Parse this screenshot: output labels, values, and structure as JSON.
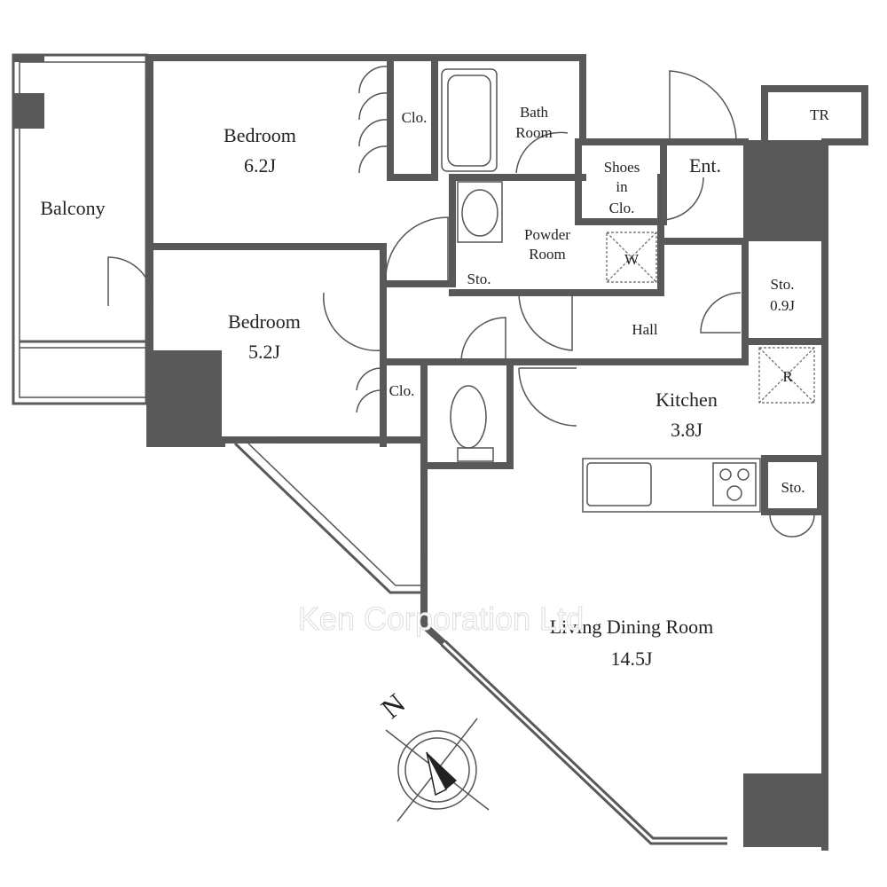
{
  "rooms": {
    "balcony": "Balcony",
    "bedroom1": {
      "name": "Bedroom",
      "size": "6.2J"
    },
    "bedroom2": {
      "name": "Bedroom",
      "size": "5.2J"
    },
    "closet1": "Clo.",
    "closet2": "Clo.",
    "bathroom": {
      "line1": "Bath",
      "line2": "Room"
    },
    "powder_room": {
      "line1": "Powder",
      "line2": "Room"
    },
    "washer": "W",
    "storage_small": "Sto.",
    "shoes_closet": {
      "line1": "Shoes",
      "line2": "in",
      "line3": "Clo."
    },
    "entrance": "Ent.",
    "trunk_room": "TR",
    "storage_hall": {
      "name": "Sto.",
      "size": "0.9J"
    },
    "hall": "Hall",
    "refrigerator": "R",
    "kitchen": {
      "name": "Kitchen",
      "size": "3.8J"
    },
    "storage_kitchen": "Sto.",
    "ldr": {
      "name": "Living Dining Room",
      "size": "14.5J"
    }
  },
  "compass": {
    "north": "N"
  },
  "watermark": "Ken Corporation Ltd"
}
